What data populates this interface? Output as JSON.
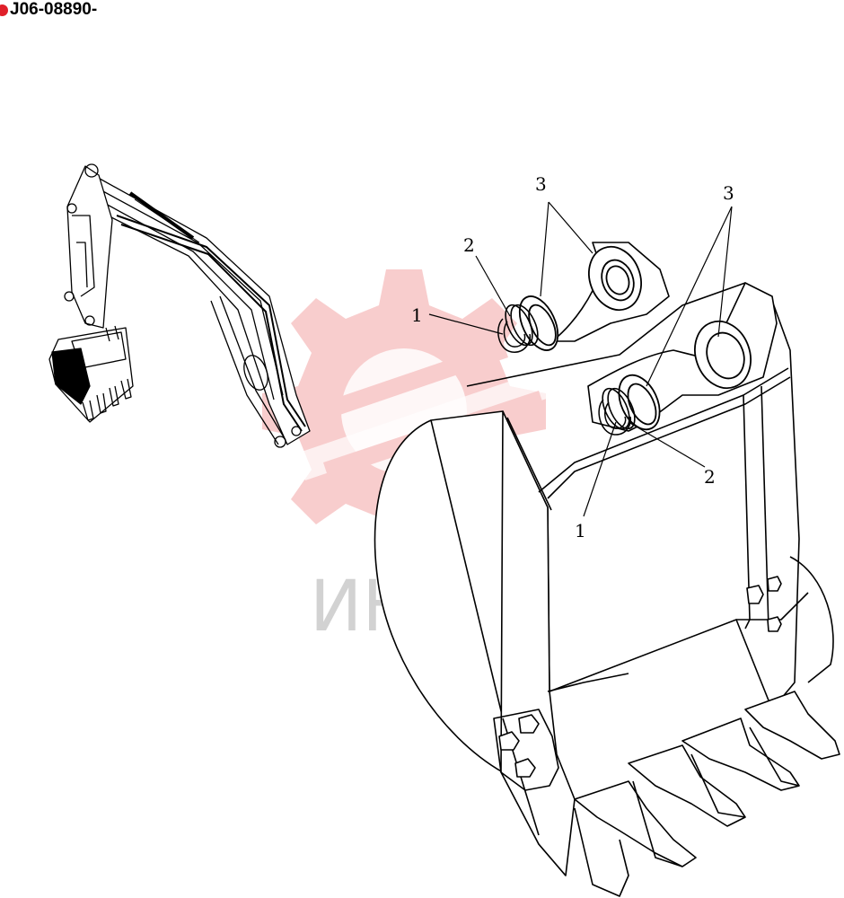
{
  "part_code": "J06-08890-",
  "watermark": {
    "text": "ИНТЕХ"
  },
  "colors": {
    "marker": "#e0202a",
    "watermark_red": "#f3a6a6",
    "watermark_gray": "#d2d2d2",
    "line": "#000000"
  },
  "callouts": {
    "c1_top": "1",
    "c1_bottom": "1",
    "c2_top": "2",
    "c2_bottom": "2",
    "c3_left": "3",
    "c3_right": "3"
  }
}
